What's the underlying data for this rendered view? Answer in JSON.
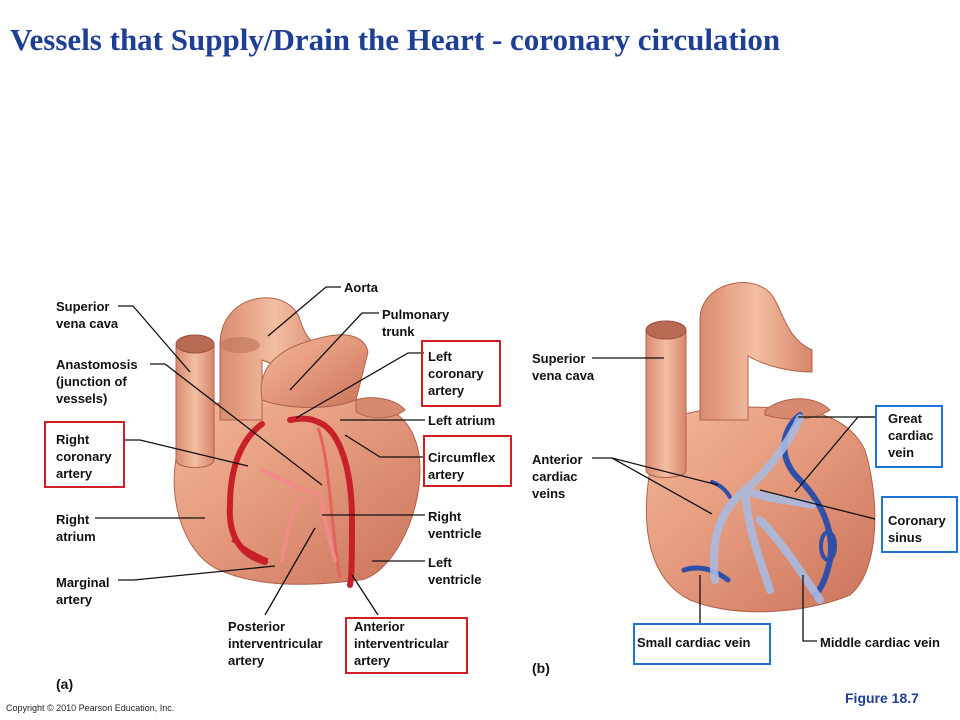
{
  "title": "Vessels that Supply/Drain the Heart -  coronary circulation",
  "colors": {
    "title": "#1f3f95",
    "artery_box": "#d21f26",
    "vein_box": "#1f73d6",
    "artery": "#c8202a",
    "vein": "#2f4fa8",
    "heart_flesh": "#e3977a"
  },
  "panel_a": {
    "tag": "(a)",
    "labels": {
      "superior_vena_cava": "Superior\nvena cava",
      "anastomosis": "Anastomosis\n(junction of\nvessels)",
      "right_coronary_artery": "Right\ncoronary\nartery",
      "right_atrium": "Right\natrium",
      "marginal_artery": "Marginal\nartery",
      "aorta": "Aorta",
      "pulmonary_trunk": "Pulmonary\ntrunk",
      "left_coronary_artery": "Left\ncoronary\nartery",
      "left_atrium": "Left atrium",
      "circumflex_artery": "Circumflex\nartery",
      "right_ventricle": "Right\nventricle",
      "left_ventricle": "Left\nventricle",
      "posterior_interventricular_artery": "Posterior\ninterventricular\nartery",
      "anterior_interventricular_artery": "Anterior\ninterventricular\nartery"
    }
  },
  "panel_b": {
    "tag": "(b)",
    "labels": {
      "superior_vena_cava": "Superior\nvena cava",
      "anterior_cardiac_veins": "Anterior\ncardiac\nveins",
      "great_cardiac_vein": "Great\ncardiac\nvein",
      "coronary_sinus": "Coronary\nsinus",
      "small_cardiac_vein": "Small cardiac vein",
      "middle_cardiac_vein": "Middle cardiac vein"
    }
  },
  "figure_number": "Figure 18.7",
  "copyright": "Copyright © 2010 Pearson Education, Inc."
}
